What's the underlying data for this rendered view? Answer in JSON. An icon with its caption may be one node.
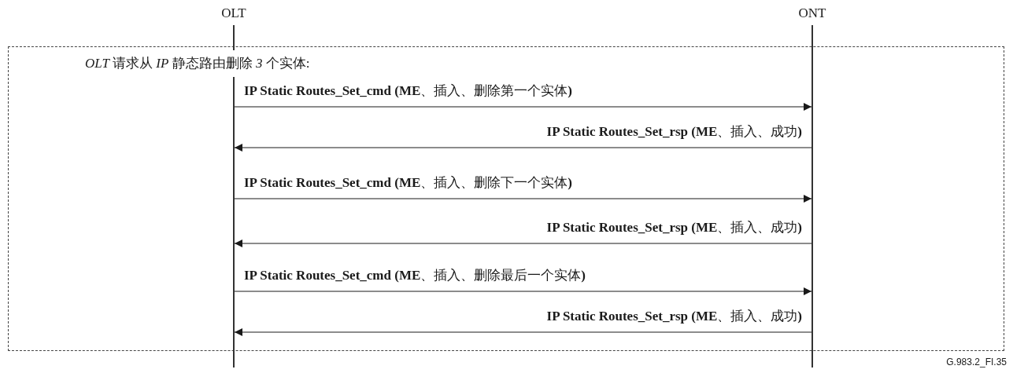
{
  "diagram": {
    "nodes": [
      {
        "text": [],
        "shape": "bar",
        "beside": [
          "OLT"
        ]
      },
      {
        "text": [],
        "shape": "bar",
        "beside": [
          "ONT"
        ]
      }
    ],
    "edges": [
      {
        "from": 0,
        "to": 1,
        "arrow": "to",
        "label": "**IP Static Routes_Set_cmd (ME**、插入、删除第一个实体**)**"
      },
      {
        "from": 1,
        "to": 0,
        "arrow": "to",
        "label": "**IP Static Routes_Set_rsp (ME**、插入、成功**)**"
      },
      {
        "from": 0,
        "to": 1,
        "arrow": "to",
        "label": "**IP Static Routes_Set_cmd (ME**、插入、删除下一个实体**)**"
      },
      {
        "from": 1,
        "to": 0,
        "arrow": "to",
        "label": "**IP Static Routes_Set_rsp (ME**、插入、成功**)**"
      },
      {
        "from": 0,
        "to": 1,
        "arrow": "to",
        "label": "**IP Static Routes_Set_cmd (ME**、插入、删除最后一个实体**)**"
      },
      {
        "from": 1,
        "to": 0,
        "arrow": "to",
        "label": "**IP Static Routes_Set_rsp (ME**、插入、成功**)**"
      }
    ],
    "labels": [
      "*OLT* 请求从 *IP* 静态路由删除 *3* 个实体:",
      "G.983.2_FI.35"
    ]
  }
}
